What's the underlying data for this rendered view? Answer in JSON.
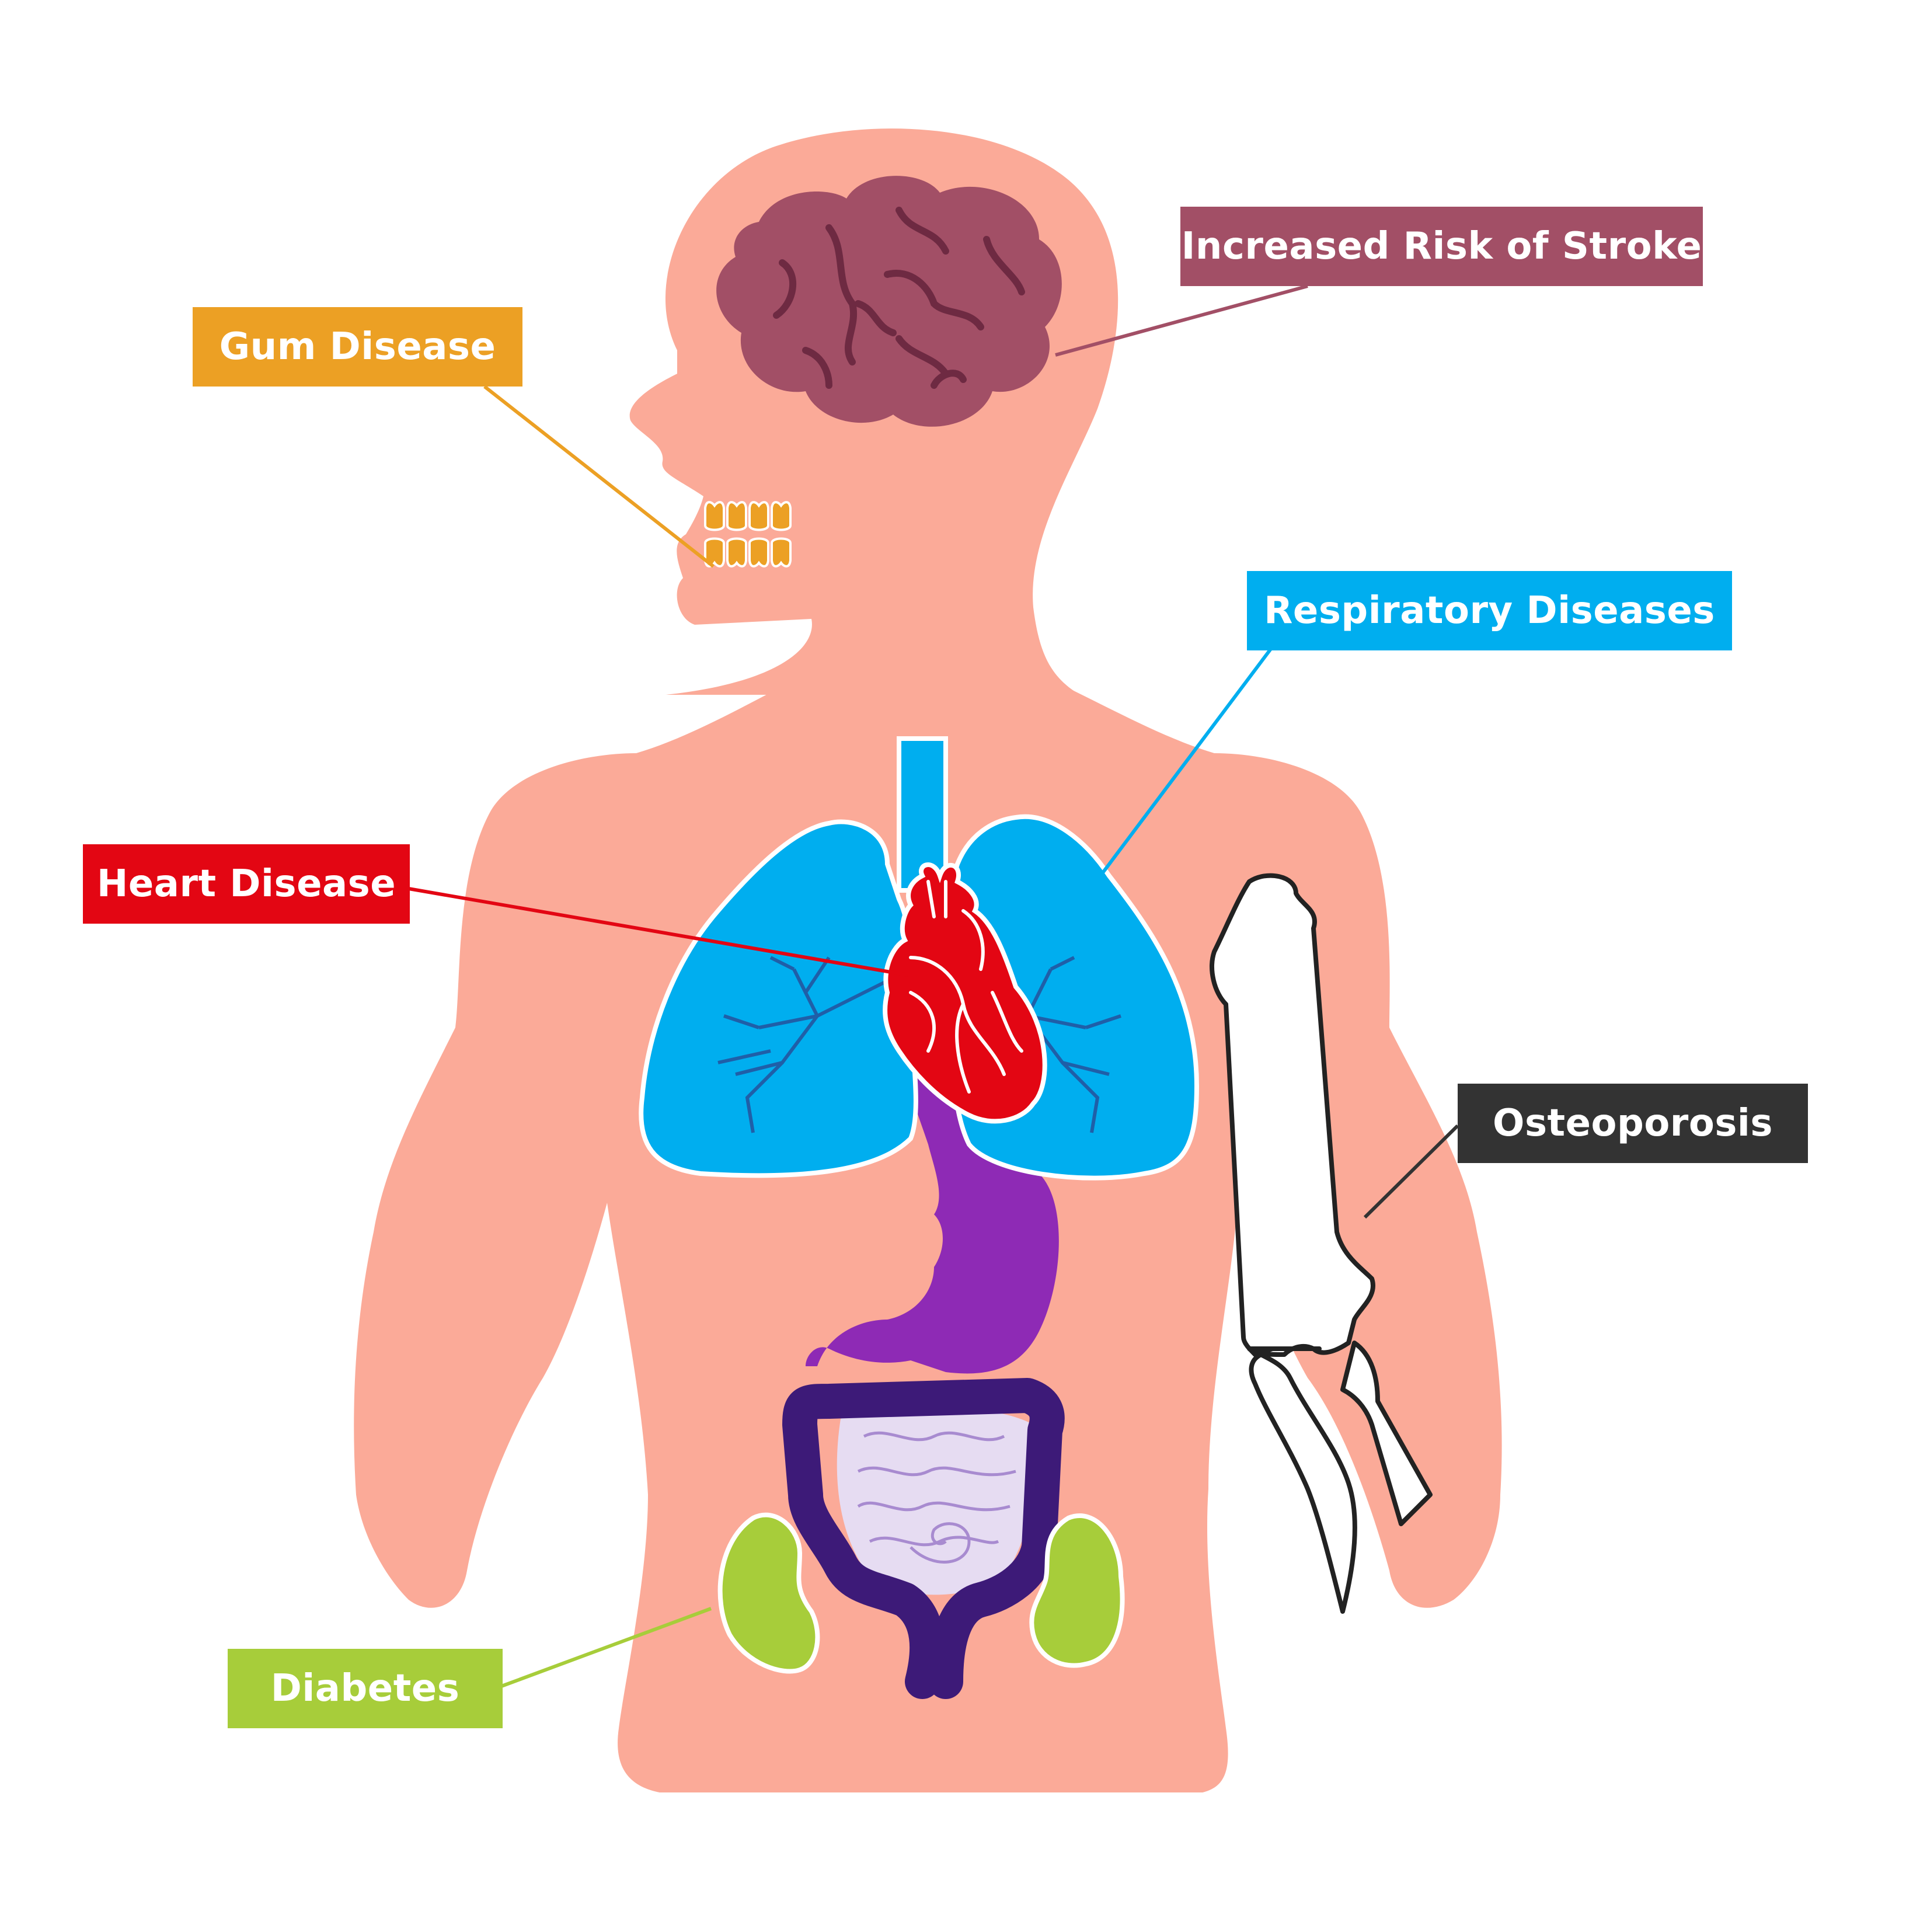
{
  "labels": {
    "stroke": {
      "text": "Increased Risk of Stroke",
      "color": "#A24F66"
    },
    "gum": {
      "text": "Gum Disease",
      "color": "#ECA024"
    },
    "respiratory": {
      "text": "Respiratory Diseases",
      "color": "#00AEEF"
    },
    "heart": {
      "text": "Heart Disease",
      "color": "#E30613"
    },
    "osteoporosis": {
      "text": "Osteoporosis",
      "color": "#333333"
    },
    "diabetes": {
      "text": "Diabetes",
      "color": "#A7CD3A"
    }
  },
  "colors": {
    "body": "#FBAA98",
    "brain": "#A24F66",
    "brain_lines": "#6E2A42",
    "teeth": "#ECA024",
    "lungs": "#00AEEF",
    "bronchi": "#1F5FA8",
    "heart": "#E30613",
    "stomach": "#8E2AB5",
    "colon": "#3D1A78",
    "small_intestine": "#E6DCF2",
    "small_intestine_lines": "#A88BD0",
    "kidneys": "#A7CD3A",
    "bone": "#FFFFFF",
    "bone_outline": "#222222"
  }
}
